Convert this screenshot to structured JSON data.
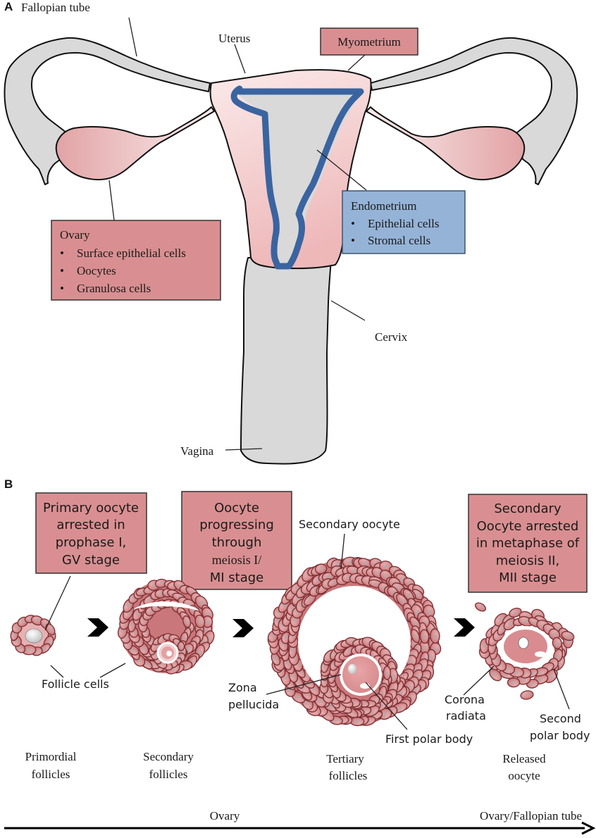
{
  "panel_a": {
    "letter": "A",
    "labels": {
      "fallopian_tube": "Fallopian tube",
      "uterus": "Uterus",
      "cervix": "Cervix",
      "vagina": "Vagina"
    },
    "myometrium_box": {
      "title": "Myometrium"
    },
    "ovary_box": {
      "title": "Ovary",
      "items": [
        "Surface epithelial cells",
        "Oocytes",
        "Granulosa cells"
      ]
    },
    "endometrium_box": {
      "title": "Endometrium",
      "items": [
        "Epithelial cells",
        "Stromal cells"
      ]
    },
    "bullet": "•"
  },
  "panel_b": {
    "letter": "B",
    "stage_boxes": [
      {
        "lines": [
          "Primary oocyte",
          "arrested in",
          "prophase I,",
          "GV stage"
        ]
      },
      {
        "lines": [
          "Oocyte",
          "progressing",
          "through",
          "meiosis I/",
          "MI stage"
        ]
      },
      {
        "lines": [
          "Secondary",
          "Oocyte arrested",
          "in metaphase of",
          "meiosis II,",
          "MII stage"
        ]
      }
    ],
    "annotations": {
      "follicle_cells": "Follicle cells",
      "secondary_oocyte": "Secondary oocyte",
      "zona_pellucida": [
        "Zona",
        "pellucida"
      ],
      "first_polar_body": "First polar body",
      "corona_radiata": [
        "Corona",
        "radiata"
      ],
      "second_polar_body": [
        "Second",
        "polar body"
      ]
    },
    "stages": [
      {
        "lines": [
          "Primordial",
          "follicles"
        ]
      },
      {
        "lines": [
          "Secondary",
          "follicles"
        ]
      },
      {
        "lines": [
          "Tertiary",
          "follicles"
        ]
      },
      {
        "lines": [
          "Released",
          "oocyte"
        ]
      }
    ],
    "timeline": {
      "ovary": "Ovary",
      "ovary_fallopian": "Ovary/Fallopian tube"
    }
  },
  "colors": {
    "box_red": "#d98f91",
    "box_blue": "#95b3d7",
    "tissue_gray": "#d9d9d9",
    "endometrium_line": "#3a64a0",
    "cell_fill": "#d7878a"
  }
}
